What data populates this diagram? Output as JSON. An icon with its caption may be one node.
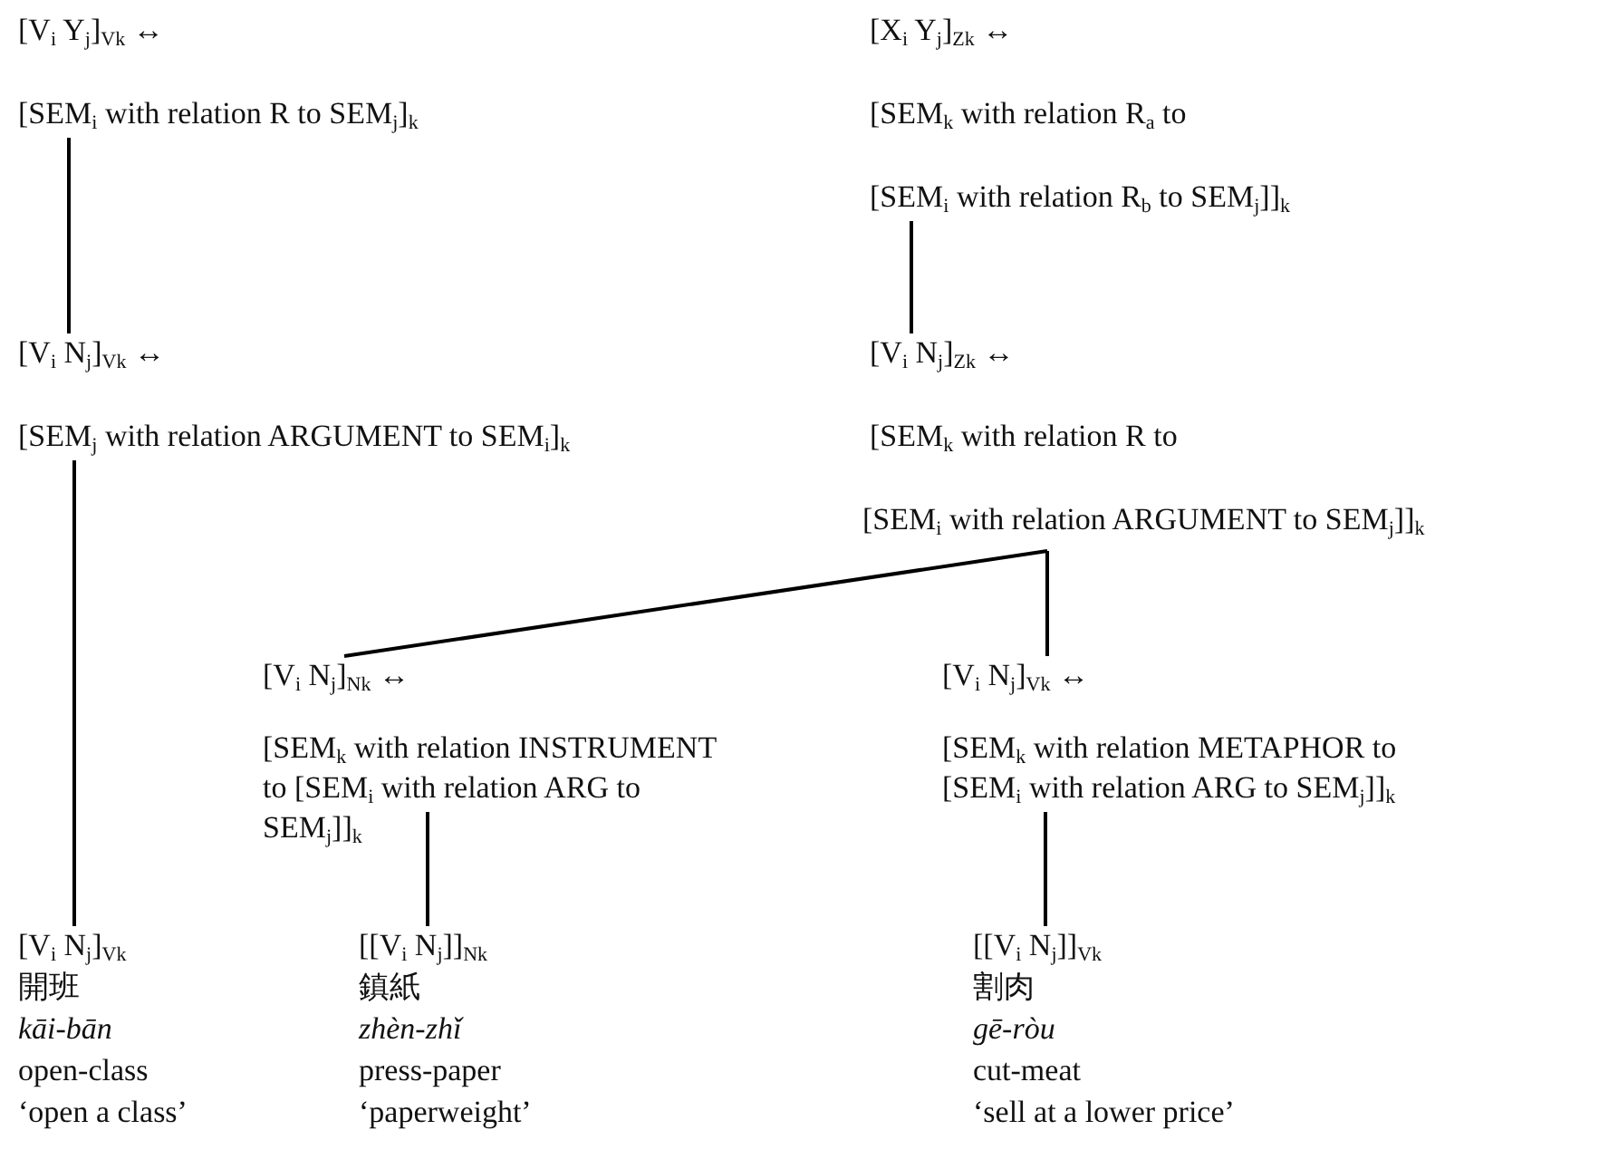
{
  "diagram": {
    "nodes": [
      {
        "text": [
          "[V$_{i}$ Y$_{j}$]$_{Vk}$ ↔",
          "[SEM$_{i}$ with relation R to SEM$_{j}$]$_{k}$"
        ]
      },
      {
        "text": [
          "[X$_{i}$ Y$_{j}$]$_{Zk}$ ↔",
          "[SEM$_{k}$ with relation R$_{a}$ to",
          "[SEM$_{i}$ with relation R$_{b}$ to SEM$_{j}$]]$_{k}$"
        ]
      },
      {
        "text": [
          "[V$_{i}$ N$_{j}$]$_{Vk}$ ↔",
          "[SEM$_{j}$ with relation ARGUMENT to SEM$_{i}$]$_{k}$"
        ]
      },
      {
        "text": [
          "[V$_{i}$ N$_{j}$]$_{Zk}$ ↔",
          "[SEM$_{k}$ with relation R to",
          "[SEM$_{i}$ with relation ARGUMENT to SEM$_{j}$]]$_{k}$"
        ]
      },
      {
        "text": [
          "[V$_{i}$ N$_{j}$]$_{Nk}$ ↔",
          "[SEM$_{k}$ with relation INSTRUMENT to [SEM$_{i}$ with relation ARG to SEM$_{j}$]]$_{k}$"
        ]
      },
      {
        "text": [
          "[V$_{i}$ N$_{j}$]$_{Vk}$ ↔",
          "[SEM$_{k}$ with relation METAPHOR to [SEM$_{i}$ with relation ARG to SEM$_{j}$]]$_{k}$"
        ]
      },
      {
        "text": [
          "[V$_{i}$ N$_{j}$]$_{Vk}$",
          "開班",
          "kāi-bān",
          "open-class",
          "‘open a class’"
        ]
      },
      {
        "text": [
          "[[V$_{i}$ N$_{j}$]]$_{Nk}$",
          "鎮紙",
          "zhèn-zhǐ",
          "press-paper",
          "‘paperweight’"
        ]
      },
      {
        "text": [
          "[[V$_{i}$ N$_{j}$]]$_{Vk}$",
          "割肉",
          "gē-ròu",
          "cut-meat",
          "‘sell at a lower price’"
        ]
      }
    ],
    "edges": [
      {
        "from": 0,
        "to": 2,
        "arrow": "none"
      },
      {
        "from": 1,
        "to": 3,
        "arrow": "none"
      },
      {
        "from": 2,
        "to": 6,
        "arrow": "none"
      },
      {
        "from": 3,
        "to": 4,
        "arrow": "none"
      },
      {
        "from": 3,
        "to": 5,
        "arrow": "none"
      },
      {
        "from": 4,
        "to": 7,
        "arrow": "none"
      },
      {
        "from": 5,
        "to": 8,
        "arrow": "none"
      }
    ]
  }
}
